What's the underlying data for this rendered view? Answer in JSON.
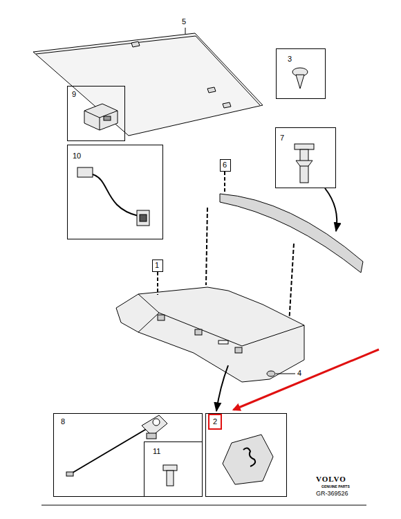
{
  "diagram": {
    "nodes": [
      {
        "text": [
          "3"
        ]
      },
      {
        "text": [
          "9"
        ]
      },
      {
        "text": [
          "10"
        ]
      },
      {
        "text": [
          "7"
        ]
      },
      {
        "text": [
          "6"
        ]
      },
      {
        "text": [
          "1"
        ]
      },
      {
        "text": [
          "8"
        ]
      },
      {
        "text": [
          "11"
        ],
        "in": 6
      },
      {
        "text": [
          "2"
        ]
      }
    ],
    "labels": [
      "5",
      "4",
      "VOLVO",
      "GENUINE PARTS",
      "GR-369526"
    ]
  }
}
